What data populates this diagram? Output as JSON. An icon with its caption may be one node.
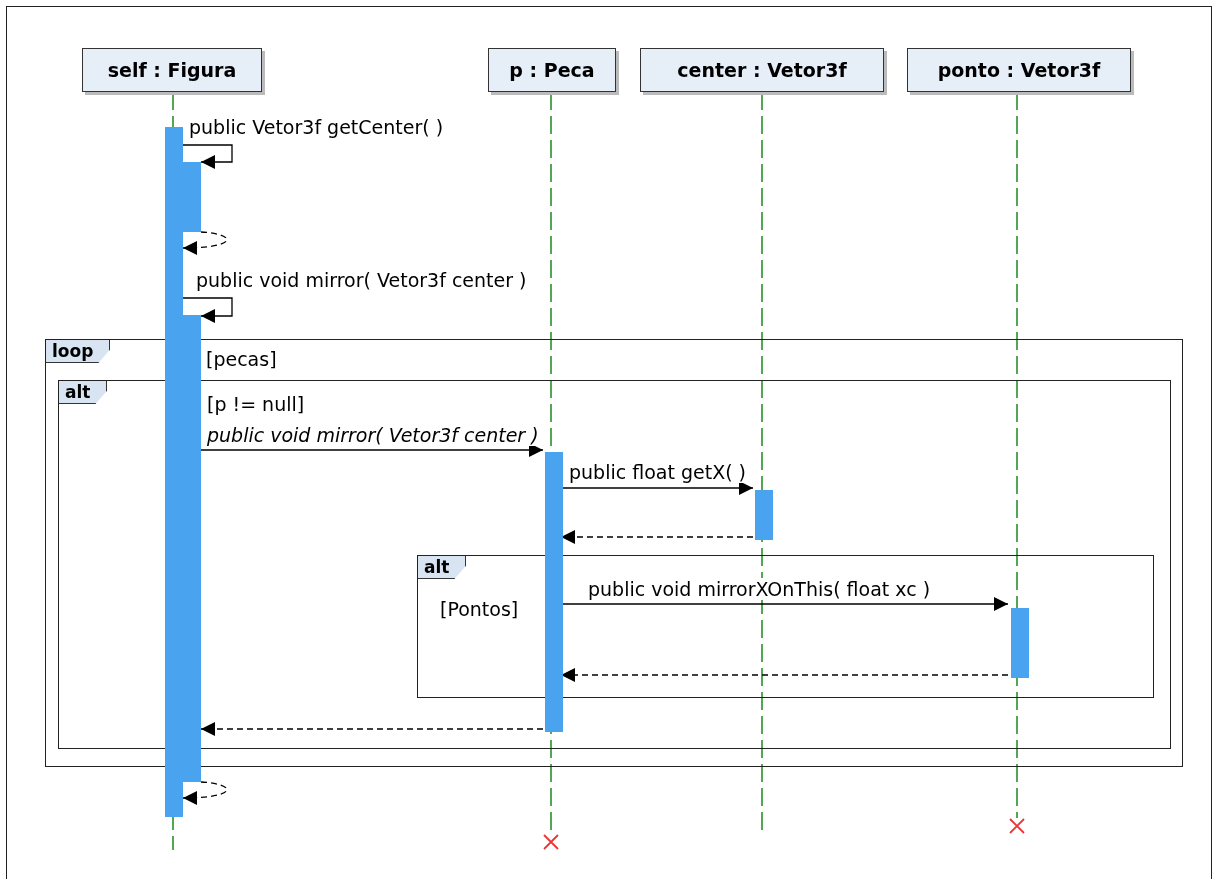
{
  "diagram": {
    "nodes": [
      {
        "text": [
          "self : Figura"
        ]
      },
      {
        "text": [
          "p : Peca"
        ]
      },
      {
        "text": [
          "center : Vetor3f"
        ]
      },
      {
        "text": [
          "ponto : Vetor3f"
        ]
      },
      {
        "text": [
          "loop",
          "[pecas]"
        ]
      },
      {
        "text": [
          "alt",
          "[p != null]"
        ],
        "in": 4
      },
      {
        "text": [
          "alt",
          "[Pontos]"
        ],
        "in": 5
      },
      {
        "text": [],
        "shape": "bar"
      },
      {
        "text": [],
        "shape": "bar"
      },
      {
        "text": [],
        "shape": "bar"
      },
      {
        "text": [],
        "shape": "bar",
        "in": 5
      },
      {
        "text": [],
        "shape": "bar",
        "in": 5
      },
      {
        "text": [],
        "shape": "bar",
        "in": 6
      }
    ],
    "edges": [
      {
        "from": 7,
        "to": 8,
        "arrow": "to",
        "label": "public Vetor3f  getCenter(  )"
      },
      {
        "from": 8,
        "to": 7,
        "arrow": "to",
        "style": "dashed"
      },
      {
        "from": 7,
        "to": 9,
        "arrow": "to",
        "label": "public void  mirror( Vetor3f center )"
      },
      {
        "from": 9,
        "to": 10,
        "arrow": "to",
        "label": "public void  mirror( Vetor3f center )"
      },
      {
        "from": 10,
        "to": 11,
        "arrow": "to",
        "label": "public float  getX(  )"
      },
      {
        "from": 11,
        "to": 10,
        "arrow": "to",
        "style": "dashed"
      },
      {
        "from": 10,
        "to": 12,
        "arrow": "to",
        "label": "public void  mirrorXOnThis( float xc )"
      },
      {
        "from": 12,
        "to": 10,
        "arrow": "to",
        "style": "dashed"
      },
      {
        "from": 10,
        "to": 9,
        "arrow": "to",
        "style": "dashed"
      },
      {
        "from": 9,
        "to": 7,
        "arrow": "to",
        "style": "dashed"
      }
    ]
  }
}
